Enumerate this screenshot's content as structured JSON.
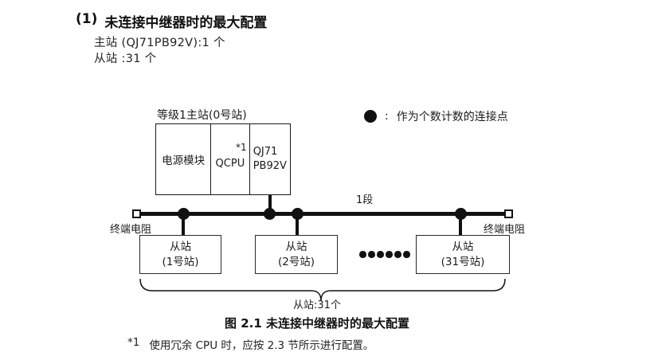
{
  "heading": {
    "number": "(1)",
    "title": "未连接中继器时的最大配置"
  },
  "spec": {
    "line1": "主站 (QJ71PB92V):1 个",
    "line2": "从站 :31 个"
  },
  "diagram": {
    "master": {
      "label": "等级1主站(0号站)",
      "power_module": "电源模块",
      "cpu": "QCPU",
      "cpu_note": "*1",
      "pb92v_line1": "QJ71",
      "pb92v_line2": "PB92V"
    },
    "legend": {
      "symbol": "●",
      "separator": ":",
      "text": "作为个数计数的连接点"
    },
    "bus": {
      "segment_label": "1段",
      "terminator_left": "终端电阻",
      "terminator_right": "终端电阻"
    },
    "slaves": [
      {
        "line1": "从站",
        "line2": "(1号站)"
      },
      {
        "line1": "从站",
        "line2": "(2号站)"
      },
      {
        "line1": "从站",
        "line2": "(31号站)"
      }
    ],
    "brace_label": "从站:31个"
  },
  "caption": "图 2.1 未连接中继器时的最大配置",
  "footnote": {
    "marker": "*1",
    "text": "使用冗余 CPU 时，应按 2.3 节所示进行配置。"
  }
}
